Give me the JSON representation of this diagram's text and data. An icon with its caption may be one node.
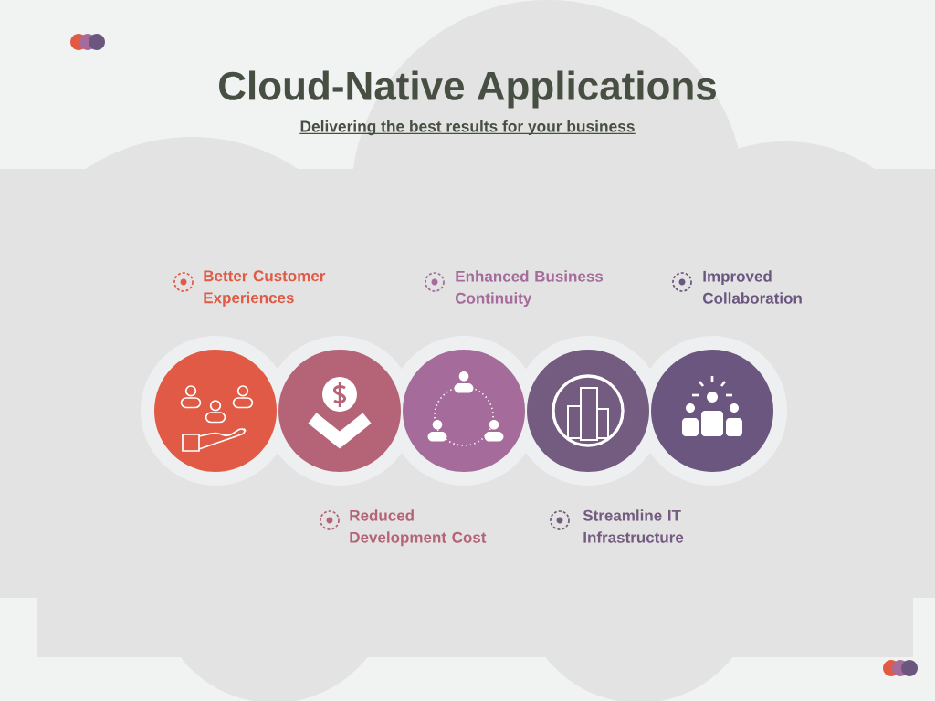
{
  "diagram": {
    "title": "Cloud-Native Applications",
    "caption": "Delivering the best results for your business",
    "nodes": [
      {
        "text": [],
        "shape": "circle",
        "beside": [
          "Better Customer Experiences"
        ]
      },
      {
        "text": [],
        "shape": "circle",
        "beside": [
          "Reduced Development Cost"
        ]
      },
      {
        "text": [],
        "shape": "circle",
        "beside": [
          "Enhanced Business Continuity"
        ]
      },
      {
        "text": [],
        "shape": "circle",
        "beside": [
          "Streamline IT Infrastructure"
        ]
      },
      {
        "text": [],
        "shape": "circle",
        "beside": [
          "Improved Collaboration"
        ]
      }
    ]
  }
}
